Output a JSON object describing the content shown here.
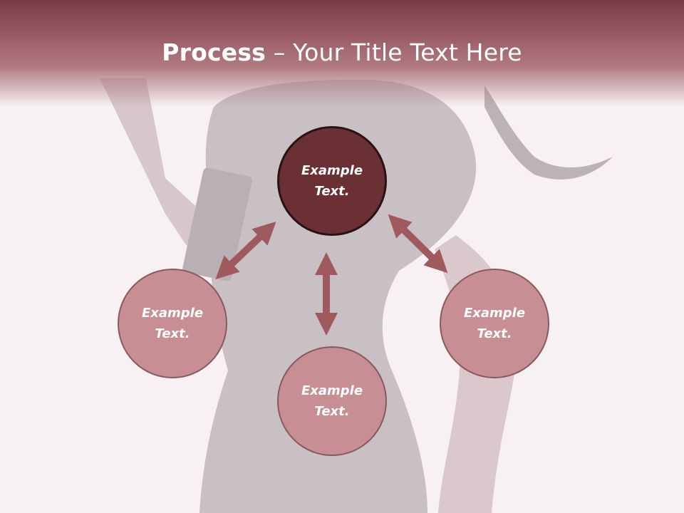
{
  "title": {
    "bold": "Process",
    "rest": " – Your Title Text Here"
  },
  "nodes": {
    "top": {
      "line1": "Example",
      "line2": "Text."
    },
    "left": {
      "line1": "Example",
      "line2": "Text."
    },
    "right": {
      "line1": "Example",
      "line2": "Text."
    },
    "bottom": {
      "line1": "Example",
      "line2": "Text."
    }
  },
  "colors": {
    "accent": "#7b3a47",
    "center_circle": "#6b3034",
    "outer_circle": "#c78e94",
    "arrow": "#a05a5e"
  }
}
